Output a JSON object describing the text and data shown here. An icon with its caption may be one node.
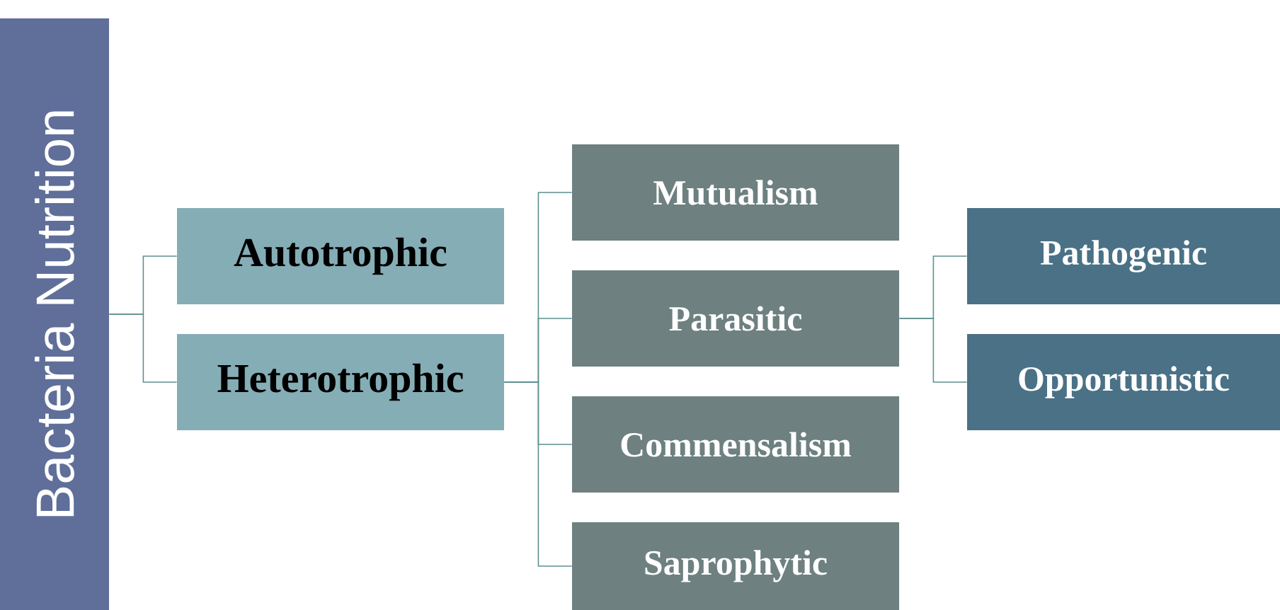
{
  "diagram": {
    "nodes": [
      {
        "text": [
          "Bacteria Nutrition"
        ]
      },
      {
        "text": [
          "Autotrophic"
        ]
      },
      {
        "text": [
          "Heterotrophic"
        ]
      },
      {
        "text": [
          "Mutualism"
        ]
      },
      {
        "text": [
          "Parasitic"
        ]
      },
      {
        "text": [
          "Commensalism"
        ]
      },
      {
        "text": [
          "Saprophytic"
        ]
      },
      {
        "text": [
          "Pathogenic"
        ]
      },
      {
        "text": [
          "Opportunistic"
        ]
      }
    ],
    "edges": [
      {
        "from": 0,
        "to": 1,
        "arrow": "none"
      },
      {
        "from": 0,
        "to": 2,
        "arrow": "none"
      },
      {
        "from": 2,
        "to": 3,
        "arrow": "none"
      },
      {
        "from": 2,
        "to": 4,
        "arrow": "none"
      },
      {
        "from": 2,
        "to": 5,
        "arrow": "none"
      },
      {
        "from": 2,
        "to": 6,
        "arrow": "none"
      },
      {
        "from": 4,
        "to": 7,
        "arrow": "none"
      },
      {
        "from": 4,
        "to": 8,
        "arrow": "none"
      }
    ]
  }
}
